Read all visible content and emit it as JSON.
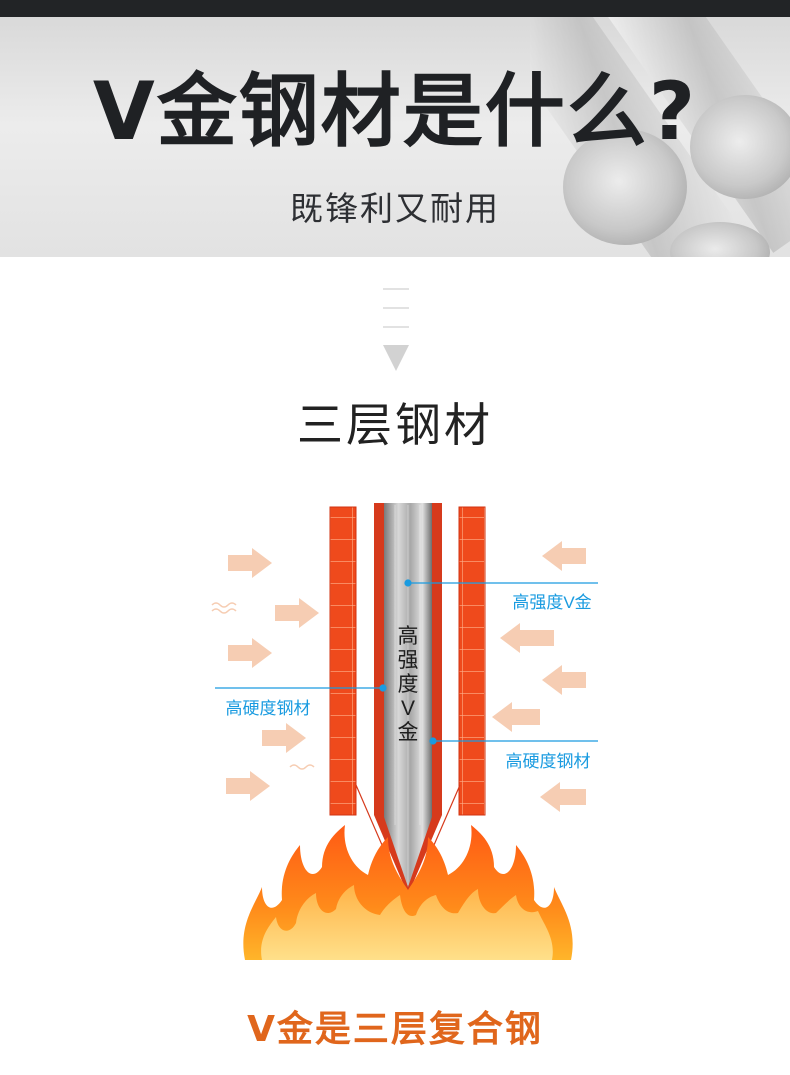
{
  "hero": {
    "title": "V金钢材是什么?",
    "subtitle": "既锋利又耐用"
  },
  "section": {
    "title": "三层钢材"
  },
  "diagram": {
    "core_label": "高强度V金",
    "callouts": {
      "right_top": "高强度V金",
      "left_mid": "高硬度钢材",
      "right_bottom": "高硬度钢材"
    }
  },
  "footer": {
    "title": "V金是三层复合钢"
  },
  "colors": {
    "callout_blue": "#1a9be0",
    "accent_orange": "#e0661c",
    "layer_red": "#e8391d",
    "arrow_peach": "#f6cdb3"
  }
}
